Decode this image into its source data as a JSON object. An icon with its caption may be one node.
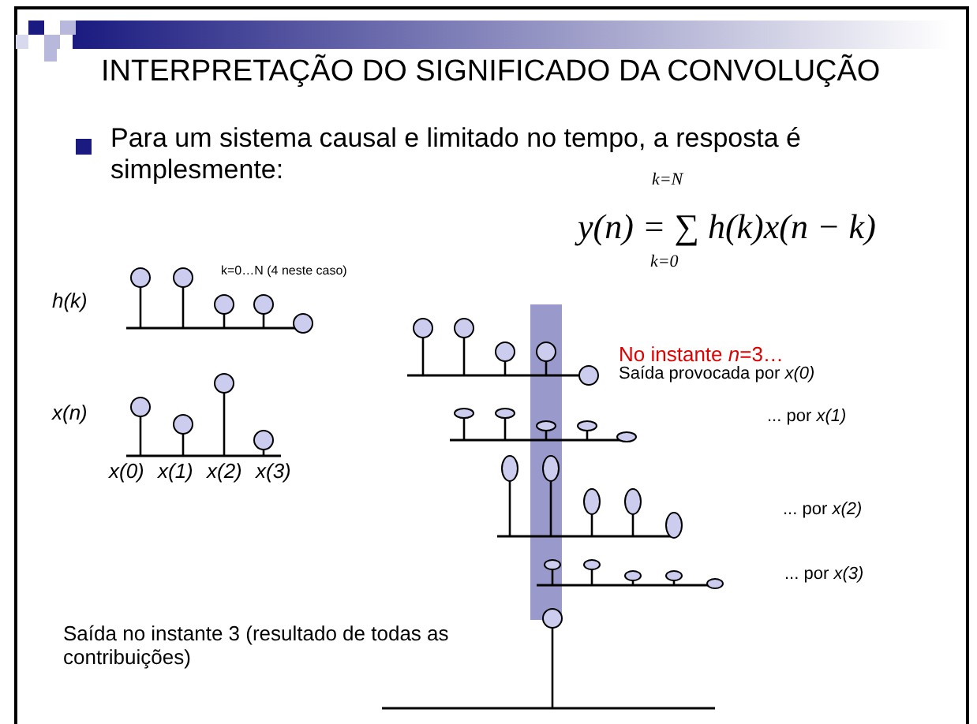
{
  "diagram": {
    "title": "INTERPRETAÇÃO DO SIGNIFICADO DA CONVOLUÇÃO",
    "labels": [
      "Para um sistema causal e limitado no tempo, a resposta é simplesmente:",
      "k=N",
      "y(n) = ∑ h(k)x(n − k)",
      "k=0",
      "k=0…N (4 neste caso)",
      "h(k)",
      "No instante *n*=3…",
      "Saída provocada por *x(0)*",
      "x(n)",
      "... por *x(1)*",
      "x(0)",
      "x(1)",
      "x(2)",
      "x(3)",
      "... por *x(2)*",
      "... por *x(3)*",
      "Saída no instante 3 (resultado de todas as contribuições)"
    ]
  }
}
